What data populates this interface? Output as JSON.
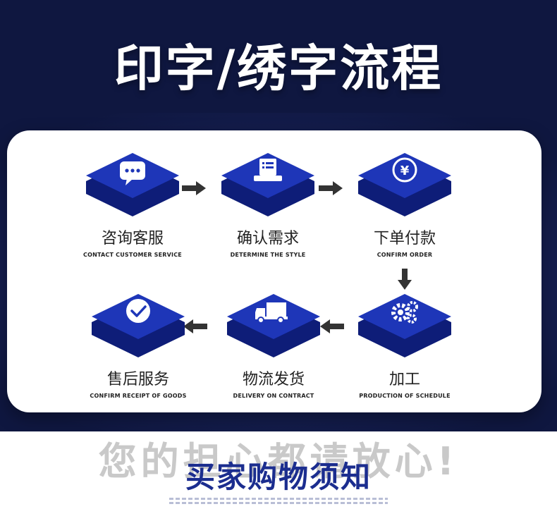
{
  "title": "印字/绣字流程",
  "colors": {
    "navy": "#0f1740",
    "tile_top": "#1e36b8",
    "tile_side": "#0e1d78",
    "accent_text": "#1b2d8f"
  },
  "steps": [
    {
      "cn": "咨询客服",
      "en": "CONTACT CUSTOMER SERVICE",
      "icon": "chat-icon"
    },
    {
      "cn": "确认需求",
      "en": "DETERMINE THE STYLE",
      "icon": "document-tray-icon"
    },
    {
      "cn": "下单付款",
      "en": "CONFIRM ORDER",
      "icon": "yuan-coin-icon"
    },
    {
      "cn": "加工",
      "en": "PRODUCTION OF SCHEDULE",
      "icon": "gears-icon"
    },
    {
      "cn": "物流发货",
      "en": "DELIVERY ON CONTRACT",
      "icon": "truck-icon"
    },
    {
      "cn": "售后服务",
      "en": "CONFIRM RECEIPT OF GOODS",
      "icon": "check-circle-icon"
    }
  ],
  "footer": {
    "watermark": "您的担心都请放心!",
    "subtitle": "买家购物须知"
  }
}
